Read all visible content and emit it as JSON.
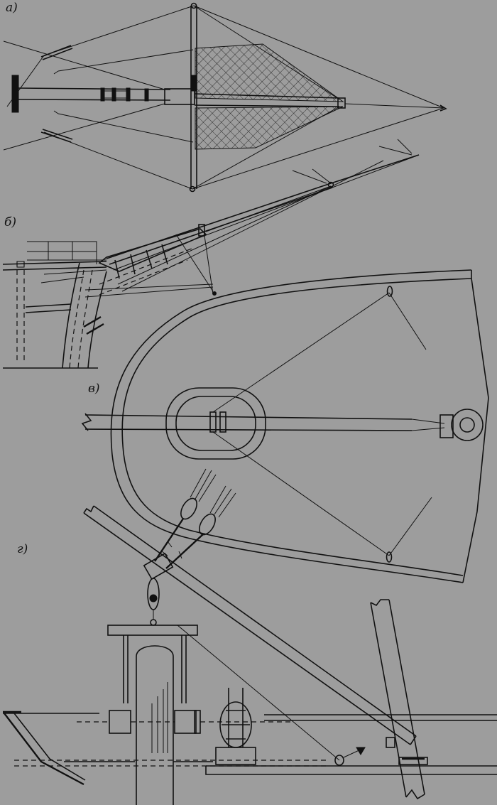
{
  "labels": {
    "a": "а)",
    "b": "б)",
    "v": "в)",
    "g": "г)"
  },
  "colors": {
    "background": "#9d9d9d",
    "ink": "#111111"
  }
}
